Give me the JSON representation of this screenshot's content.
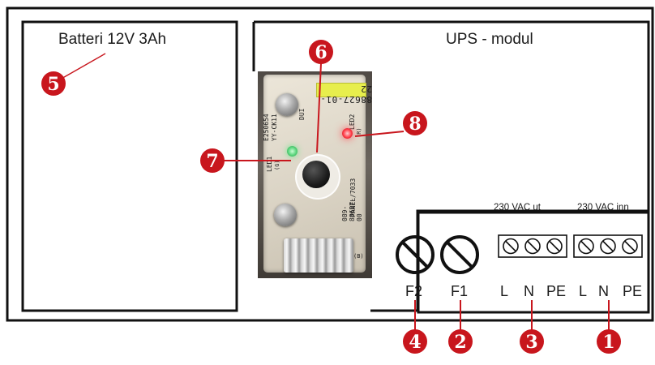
{
  "battery": {
    "label": "Batteri 12V 3Ah"
  },
  "ups": {
    "label": "UPS - modul"
  },
  "terminals": {
    "out_label": "230 VAC ut",
    "in_label": "230 VAC inn",
    "fuses": [
      "F2",
      "F1"
    ],
    "out_pins": [
      "L",
      "N",
      "PE"
    ],
    "in_pins": [
      "L",
      "N",
      "PE"
    ]
  },
  "board": {
    "part_number": "88627-01-22",
    "cert": "E250654",
    "model": "YY-CK11",
    "led1": "LED1",
    "led1_color": "(G)",
    "led2": "LED2",
    "led2_color": "(R)",
    "panel": "089-88627-00",
    "panel2": "PANEL/7033",
    "code": "DUI",
    "row": "(B)"
  },
  "markers": [
    "1",
    "2",
    "3",
    "4",
    "5",
    "6",
    "7",
    "8"
  ],
  "colors": {
    "marker": "#c8161d",
    "outline": "#111111",
    "led_green": "#57d37a",
    "led_red": "#ff3b46"
  }
}
